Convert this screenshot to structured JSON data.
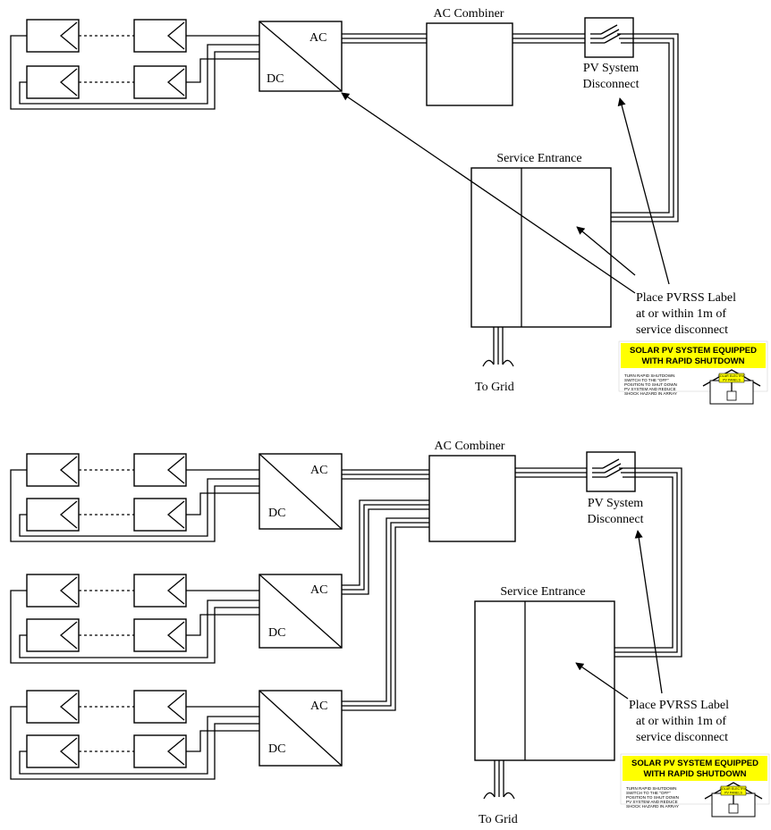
{
  "labels": {
    "ac": "AC",
    "dc": "DC",
    "ac_combiner": "AC Combiner",
    "pv_disconnect_line1": "PV System",
    "pv_disconnect_line2": "Disconnect",
    "service_entrance": "Service Entrance",
    "place_line1": "Place PVRSS Label",
    "place_line2": "at or within 1m of",
    "place_line3": "service disconnect",
    "to_grid": "To Grid"
  },
  "sign": {
    "title_line1": "SOLAR PV SYSTEM EQUIPPED",
    "title_line2": "WITH RAPID SHUTDOWN",
    "body_line1": "TURN RAPID SHUTDOWN",
    "body_line2": "SWITCH TO THE \"OFF\"",
    "body_line3": "POSITION TO SHUT DOWN",
    "body_line4": "PV SYSTEM AND REDUCE",
    "body_line5": "SHOCK HAZARD IN ARRAY",
    "badge_line1": "SOLAR ELECTRIC",
    "badge_line2": "PV PANELS",
    "colors": {
      "banner": "#ffff00",
      "badge": "#ffff00"
    }
  },
  "colors": {
    "line": "#000000",
    "background": "#ffffff"
  }
}
